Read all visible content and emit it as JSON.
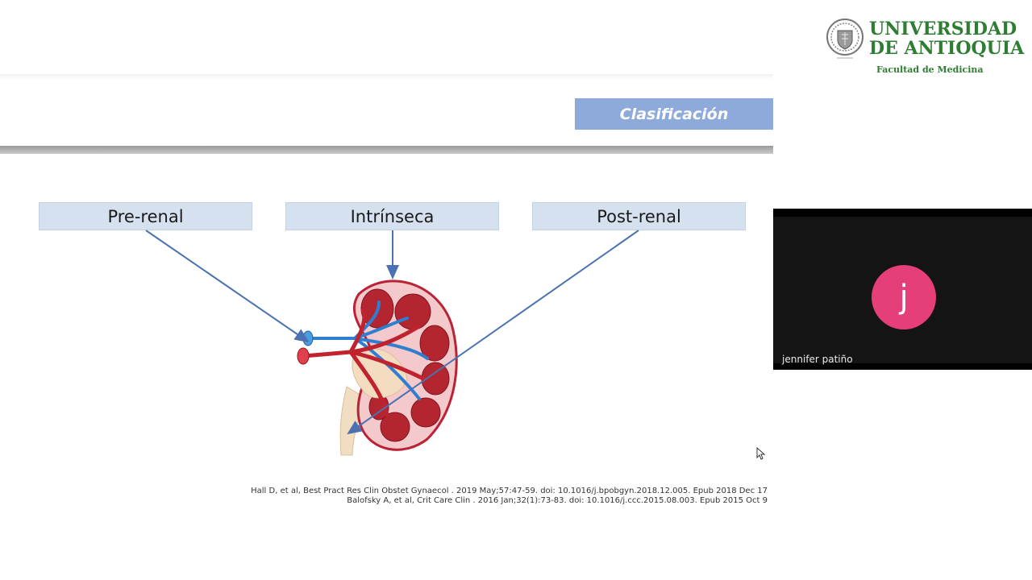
{
  "slide": {
    "section_badge": "Clasificación",
    "categories": [
      "Pre-renal",
      "Intrínseca",
      "Post-renal"
    ],
    "references": [
      "Hall D, et al, Best Pract Res Clin Obstet Gynaecol . 2019 May;57:47-59. doi: 10.1016/j.bpobgyn.2018.12.005. Epub 2018 Dec 17",
      "Balofsky A, et al, Crit Care Clin . 2016 Jan;32(1):73-83. doi: 10.1016/j.ccc.2015.08.003. Epub 2015 Oct 9"
    ],
    "image": "kidney-anatomy-icon"
  },
  "logo": {
    "line1": "UNIVERSIDAD",
    "line2": "DE ANTIOQUIA",
    "subtitle": "Facultad de Medicina",
    "color": "#2e7d32"
  },
  "video": {
    "avatar_letter": "j",
    "avatar_color": "#e63e78",
    "participant_name": "jennifer patiño"
  },
  "colors": {
    "badge": "#8eaadb",
    "category_box": "#d5e1ee",
    "arrow": "#4a72b0"
  }
}
